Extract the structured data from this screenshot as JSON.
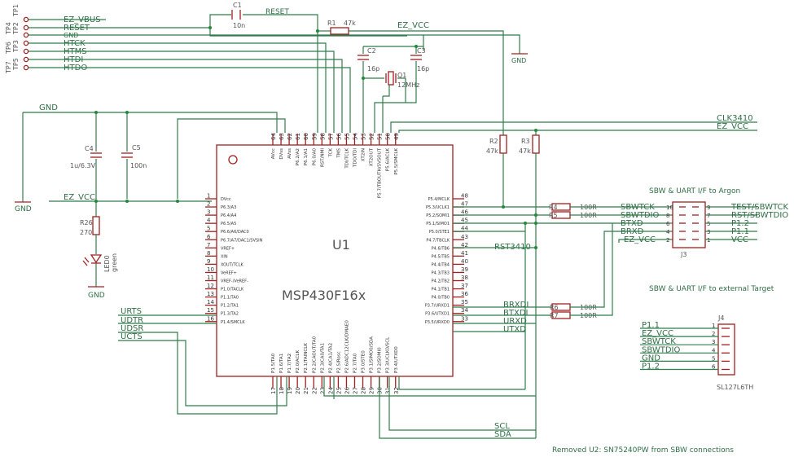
{
  "testpoints": [
    "TP1",
    "TP2",
    "TP3",
    "TP4",
    "TP5",
    "TP6",
    "TP7"
  ],
  "left_nets": [
    "EZ_VBUS",
    "RESET",
    "GND",
    "HTCK",
    "HTMS",
    "HTDI",
    "HTDO"
  ],
  "capacitors": {
    "c1": {
      "name": "C1",
      "value": "10n"
    },
    "c2": {
      "name": "C2",
      "value": "16p"
    },
    "c3": {
      "name": "C3",
      "value": "16p"
    },
    "c4": {
      "name": "C4",
      "value": "1u/6.3V"
    },
    "c5": {
      "name": "C5",
      "value": "100n"
    }
  },
  "resistors": {
    "r1": {
      "name": "R1",
      "value": "47k"
    },
    "r2": {
      "name": "R2",
      "value": "47k"
    },
    "r3": {
      "name": "R3",
      "value": "47k"
    },
    "r4": {
      "name": "R4",
      "value": "100R"
    },
    "r5": {
      "name": "R5",
      "value": "100R"
    },
    "r6": {
      "name": "R6",
      "value": "100R"
    },
    "r7": {
      "name": "R7",
      "value": "100R"
    },
    "r26": {
      "name": "R26",
      "value": "270"
    }
  },
  "crystal": {
    "name": "Q1",
    "value": "12MHz"
  },
  "led": {
    "name": "LED0",
    "color": "green"
  },
  "nets": {
    "reset": "RESET",
    "ez_vcc": "EZ_VCC",
    "gnd": "GND",
    "clk3410": "CLK3410",
    "rst3410": "RST3410",
    "urts": "URTS",
    "udtr": "UDTR",
    "udsr": "UDSR",
    "ucts": "UCTS",
    "brxdi": "BRXDI",
    "btxdi": "BTXDI",
    "urxd": "URXD",
    "utxd": "UTXD",
    "scl": "SCL",
    "sda": "SDA",
    "sbwtck": "SBWTCK",
    "sbwtdio": "SBWTDIO",
    "btxd": "BTXD",
    "brxd": "BRXD",
    "test_sbwtck": "TEST/SBWTCK",
    "rst_sbwtdio": "RST/SBWTDIO",
    "p12": "P1.2",
    "p11": "P1.1",
    "vcc": "VCC"
  },
  "ic": {
    "ref": "U1",
    "part": "MSP430F16x",
    "left_pins": [
      {
        "num": "1",
        "name": "DVcc"
      },
      {
        "num": "2",
        "name": "P6.3/A3"
      },
      {
        "num": "3",
        "name": "P6.4/A4"
      },
      {
        "num": "4",
        "name": "P6.5/A5"
      },
      {
        "num": "5",
        "name": "P6.6/A6/DAC0"
      },
      {
        "num": "6",
        "name": "P6.7/A7/DAC1/SVSIN"
      },
      {
        "num": "7",
        "name": "VREF+"
      },
      {
        "num": "8",
        "name": "XIN"
      },
      {
        "num": "9",
        "name": "XOUT/TCLK"
      },
      {
        "num": "10",
        "name": "VeREF+"
      },
      {
        "num": "11",
        "name": "VREF-/VeREF-"
      },
      {
        "num": "12",
        "name": "P1.0/TACLK"
      },
      {
        "num": "13",
        "name": "P1.1/TA0"
      },
      {
        "num": "14",
        "name": "P1.2/TA1"
      },
      {
        "num": "15",
        "name": "P1.3/TA2"
      },
      {
        "num": "16",
        "name": "P1.4/SMCLK"
      }
    ],
    "right_pins": [
      {
        "num": "48",
        "name": "P5.4/MCLK"
      },
      {
        "num": "47",
        "name": "P5.3/UCLK1"
      },
      {
        "num": "46",
        "name": "P5.2/SOMI1"
      },
      {
        "num": "45",
        "name": "P5.1/SIMO1"
      },
      {
        "num": "44",
        "name": "P5.0/STE1"
      },
      {
        "num": "43",
        "name": "P4.7/TBCLK"
      },
      {
        "num": "42",
        "name": "P4.6/TB6"
      },
      {
        "num": "41",
        "name": "P4.5/TB5"
      },
      {
        "num": "40",
        "name": "P4.4/TB4"
      },
      {
        "num": "39",
        "name": "P4.3/TB3"
      },
      {
        "num": "38",
        "name": "P4.2/TB2"
      },
      {
        "num": "37",
        "name": "P4.1/TB1"
      },
      {
        "num": "36",
        "name": "P4.0/TB0"
      },
      {
        "num": "35",
        "name": "P3.7/URXD1"
      },
      {
        "num": "34",
        "name": "P3.6/UTXD1"
      },
      {
        "num": "33",
        "name": "P3.5/URXD0"
      }
    ],
    "top_pins": [
      {
        "num": "64",
        "name": "AVcc"
      },
      {
        "num": "63",
        "name": "DVss"
      },
      {
        "num": "62",
        "name": "AVss"
      },
      {
        "num": "61",
        "name": "P6.2/A2"
      },
      {
        "num": "60",
        "name": "P6.1/A1"
      },
      {
        "num": "59",
        "name": "P6.0/A0"
      },
      {
        "num": "58",
        "name": "RST/NMI"
      },
      {
        "num": "57",
        "name": "TCK"
      },
      {
        "num": "56",
        "name": "TMS"
      },
      {
        "num": "55",
        "name": "TDI/TCLK"
      },
      {
        "num": "54",
        "name": "TDO/TDI"
      },
      {
        "num": "53",
        "name": "XT2IN"
      },
      {
        "num": "52",
        "name": "XT2OUT"
      },
      {
        "num": "51",
        "name": "P5.7/TBOUTH/SVSOUT"
      },
      {
        "num": "50",
        "name": "P5.6/ACLK"
      },
      {
        "num": "49",
        "name": "P5.5/SMCLK"
      }
    ],
    "bottom_pins": [
      {
        "num": "17",
        "name": "P1.5/TA0"
      },
      {
        "num": "18",
        "name": "P1.6/TA1"
      },
      {
        "num": "19",
        "name": "P1.7/TA2"
      },
      {
        "num": "20",
        "name": "P2.0/ACLK"
      },
      {
        "num": "21",
        "name": "P2.1/TAINCLK"
      },
      {
        "num": "22",
        "name": "P2.2/CAOUT/TA0"
      },
      {
        "num": "23",
        "name": "P2.3/CA0/TA1"
      },
      {
        "num": "24",
        "name": "P2.4/CA1/TA2"
      },
      {
        "num": "25",
        "name": "P2.5/Rosc"
      },
      {
        "num": "26",
        "name": "P2.6/ADC12CLK/DMAE0"
      },
      {
        "num": "27",
        "name": "P2.7/TA0"
      },
      {
        "num": "28",
        "name": "P3.0/STE0"
      },
      {
        "num": "29",
        "name": "P3.1/SIMO0/SDA"
      },
      {
        "num": "30",
        "name": "P3.2/SOMI0"
      },
      {
        "num": "31",
        "name": "P3.3/UCLK0/SCL"
      },
      {
        "num": "32",
        "name": "P3.4/UTXD0"
      }
    ]
  },
  "j3": {
    "ref": "J3",
    "caption": "SBW & UART I/F to Argon",
    "pins_left": [
      "10",
      "8",
      "6",
      "4",
      "2"
    ],
    "pins_right": [
      "9",
      "7",
      "5",
      "3",
      "1"
    ]
  },
  "j4": {
    "ref": "J4",
    "part": "SL127L6TH",
    "caption": "SBW & UART I/F to external Target",
    "pins": [
      {
        "num": "1",
        "net": "P1.1"
      },
      {
        "num": "2",
        "net": "EZ_VCC"
      },
      {
        "num": "3",
        "net": "SBWTCK"
      },
      {
        "num": "4",
        "net": "SBWTDIO"
      },
      {
        "num": "5",
        "net": "GND"
      },
      {
        "num": "6",
        "net": "P1.2"
      }
    ]
  },
  "note": "Removed U2: SN75240PW from SBW connections"
}
